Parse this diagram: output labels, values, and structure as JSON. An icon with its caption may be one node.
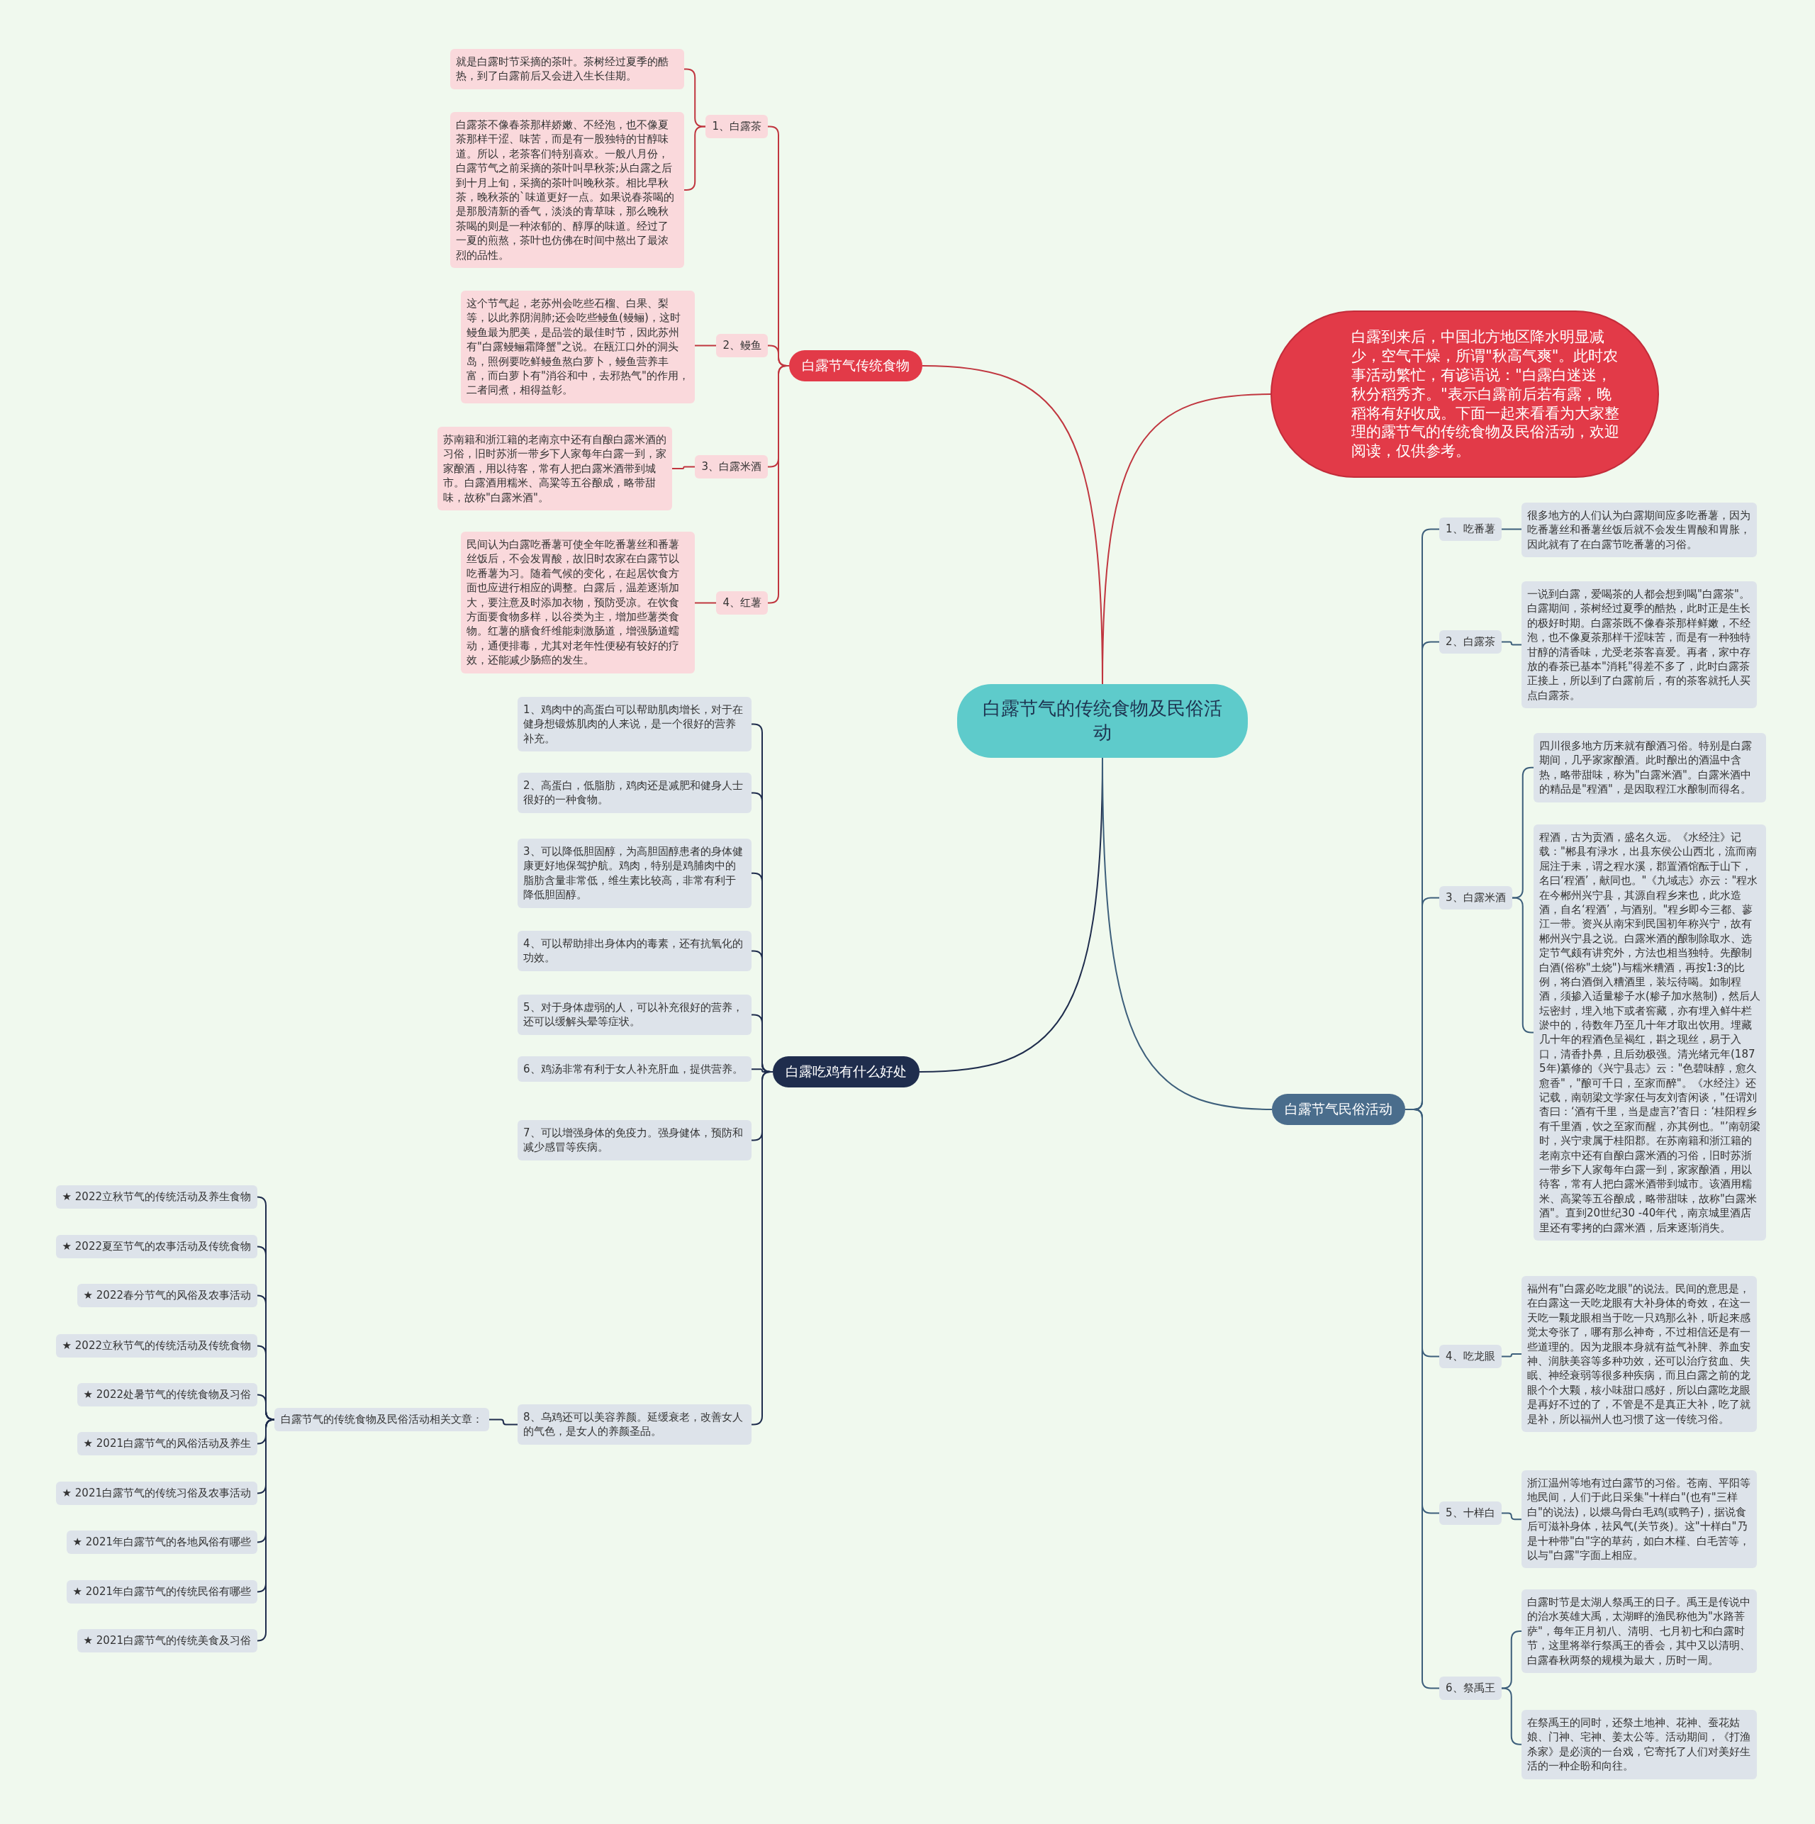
{
  "diagram": {
    "nodes": [
      {
        "text": [
          "白露节气的传统食物及民俗活动"
        ]
      },
      {
        "text": [
          "白露到来后，中国北方地区降水明显减少，空气干燥，所谓\"秋高气爽\"。此时农事活动繁忙，有谚语说：\"白露白迷迷，秋分稻秀齐。\"表示白露前后若有露，晚稻将有好收成。下面一起来看看为大家整理的露节气的传统食物及民俗活动，欢迎阅读，仅供参考。"
        ]
      },
      {
        "text": [
          "白露节气传统食物"
        ]
      },
      {
        "text": [
          "1、白露茶"
        ]
      },
      {
        "text": [
          "就是白露时节采摘的茶叶。茶树经过夏季的酷热，到了白露前后又会进入生长佳期。"
        ]
      },
      {
        "text": [
          "白露茶不像春茶那样娇嫩、不经泡，也不像夏茶那样干涩、味苦，而是有一股独特的甘醇味道。所以，老茶客们特别喜欢。一般八月份，白露节气之前采摘的茶叶叫早秋茶;从白露之后到十月上旬，采摘的茶叶叫晚秋茶。相比早秋茶，晚秋茶的`味道更好一点。如果说春茶喝的是那股清新的香气，淡淡的青草味，那么晚秋茶喝的则是一种浓郁的、醇厚的味道。经过了一夏的煎熬，茶叶也仿佛在时间中熬出了最浓烈的品性。"
        ]
      },
      {
        "text": [
          "2、鳗鱼"
        ]
      },
      {
        "text": [
          "这个节气起，老苏州会吃些石榴、白果、梨等，以此养阴润肺;还会吃些鳗鱼(鳗鲡)，这时鳗鱼最为肥美，是品尝的最佳时节，因此苏州有\"白露鳗鲡霜降蟹\"之说。在瓯江口外的洞头岛，照例要吃鲜鳗鱼熬白萝卜，鳗鱼营养丰富，而白萝卜有\"消谷和中，去邪热气\"的作用，二者同煮，相得益彰。"
        ]
      },
      {
        "text": [
          "3、白露米酒"
        ]
      },
      {
        "text": [
          "苏南籍和浙江籍的老南京中还有自酿白露米酒的习俗，旧时苏浙一带乡下人家每年白露一到，家家酿酒，用以待客，常有人把白露米酒带到城市。白露酒用糯米、高粱等五谷酿成，略带甜味，故称\"白露米酒\"。"
        ]
      },
      {
        "text": [
          "4、红薯"
        ]
      },
      {
        "text": [
          "民间认为白露吃番薯可使全年吃番薯丝和番薯丝饭后，不会发胃酸，故旧时农家在白露节以吃番薯为习。随着气候的变化，在起居饮食方面也应进行相应的调整。白露后，温差逐渐加大，要注意及时添加衣物，预防受凉。在饮食方面要食物多样，以谷类为主，增加些薯类食物。红薯的膳食纤维能刺激肠道，增强肠道蠕动，通便排毒，尤其对老年性便秘有较好的疗效，还能减少肠癌的发生。"
        ]
      },
      {
        "text": [
          "白露吃鸡有什么好处"
        ]
      },
      {
        "text": [
          "1、鸡肉中的高蛋白可以帮助肌肉增长，对于在健身想锻炼肌肉的人来说，是一个很好的营养补充。"
        ]
      },
      {
        "text": [
          "2、高蛋白，低脂肪，鸡肉还是减肥和健身人士很好的一种食物。"
        ]
      },
      {
        "text": [
          "3、可以降低胆固醇，为高胆固醇患者的身体健康更好地保驾护航。鸡肉，特别是鸡脯肉中的脂肪含量非常低，维生素比较高，非常有利于降低胆固醇。"
        ]
      },
      {
        "text": [
          "4、可以帮助排出身体内的毒素，还有抗氧化的功效。"
        ]
      },
      {
        "text": [
          "5、对于身体虚弱的人，可以补充很好的营养，还可以缓解头晕等症状。"
        ]
      },
      {
        "text": [
          "6、鸡汤非常有利于女人补充肝血，提供营养。"
        ]
      },
      {
        "text": [
          "7、可以增强身体的免疫力。强身健体，预防和减少感冒等疾病。"
        ]
      },
      {
        "text": [
          "8、乌鸡还可以美容养颜。延缓衰老，改善女人的气色，是女人的养颜圣品。"
        ]
      },
      {
        "text": [
          "白露节气的传统食物及民俗活动相关文章："
        ]
      },
      {
        "text": [
          "★ 2022立秋节气的传统活动及养生食物"
        ]
      },
      {
        "text": [
          "★ 2022夏至节气的农事活动及传统食物"
        ]
      },
      {
        "text": [
          "★ 2022春分节气的风俗及农事活动"
        ]
      },
      {
        "text": [
          "★ 2022立秋节气的传统活动及传统食物"
        ]
      },
      {
        "text": [
          "★ 2022处暑节气的传统食物及习俗"
        ]
      },
      {
        "text": [
          "★ 2021白露节气的风俗活动及养生"
        ]
      },
      {
        "text": [
          "★ 2021白露节气的传统习俗及农事活动"
        ]
      },
      {
        "text": [
          "★ 2021年白露节气的各地风俗有哪些"
        ]
      },
      {
        "text": [
          "★ 2021年白露节气的传统民俗有哪些"
        ]
      },
      {
        "text": [
          "★ 2021白露节气的传统美食及习俗"
        ]
      },
      {
        "text": [
          "白露节气民俗活动"
        ]
      },
      {
        "text": [
          "1、吃番薯"
        ]
      },
      {
        "text": [
          "很多地方的人们认为白露期间应多吃番薯，因为吃番薯丝和番薯丝饭后就不会发生胃酸和胃胀，因此就有了在白露节吃番薯的习俗。"
        ]
      },
      {
        "text": [
          "2、白露茶"
        ]
      },
      {
        "text": [
          "一说到白露，爱喝茶的人都会想到喝\"白露茶\"。白露期间，茶树经过夏季的酷热，此时正是生长的极好时期。白露茶既不像春茶那样鲜嫩，不经泡，也不像夏茶那样干涩味苦，而是有一种独特甘醇的清香味，尤受老茶客喜爱。再者，家中存放的春茶已基本\"消耗\"得差不多了，此时白露茶正接上，所以到了白露前后，有的茶客就托人买点白露茶。"
        ]
      },
      {
        "text": [
          "3、白露米酒"
        ]
      },
      {
        "text": [
          "四川很多地方历来就有酿酒习俗。特别是白露期间，几乎家家酿酒。此时酿出的酒温中含热，略带甜味，称为\"白露米酒\"。白露米酒中的精品是\"程酒\"，是因取程江水酿制而得名。"
        ]
      },
      {
        "text": [
          "程酒，古为贡酒，盛名久远。《水经注》记载：\"郴县有渌水，出县东侯公山西北，流而南屈注于耒，谓之程水溪，郡置酒馆酝于山下，名曰‘程酒’，献同也。\"《九域志》亦云：\"程水在今郴州兴宁县，其源自程乡来也，此水造酒，自名‘程酒’，与酒别。\"程乡即今三都、蓼江一带。资兴从南宋到民国初年称兴宁，故有郴州兴宁县之说。白露米酒的酿制除取水、选定节气颇有讲究外，方法也相当独特。先酿制白酒(俗称\"土烧\")与糯米糟酒，再按1:3的比例，将白酒倒入糟酒里，装坛待喝。如制程酒，须掺入适量糁子水(糁子加水熬制)，然后人坛密封，埋入地下或者窖藏，亦有埋入鲜牛栏淤中的，待数年乃至几十年才取出饮用。埋藏几十年的程酒色呈褐红，斟之现丝，易于入口，清香扑鼻，且后劲极强。清光绪元年(1875年)纂修的《兴宁县志》云：\"色碧味醇，愈久愈香\"，\"酿可千日，至家而醉\"。《水经注》还记载，南朝梁文学家任与友刘杳闲谈，\"任谓刘杳曰：‘酒有千里，当是虚言?’杳日：‘桂阳程乡有千里酒，饮之至家而醒，亦其例也。\"’南朝梁时，兴宁隶属于桂阳郡。在苏南籍和浙江籍的老南京中还有自酿白露米酒的习俗，旧时苏浙一带乡下人家每年白露一到，家家酿酒，用以待客，常有人把白露米酒带到城市。该酒用糯米、高粱等五谷酿成，略带甜味，故称\"白露米酒\"。直到20世纪30 -40年代，南京城里酒店里还有零拷的白露米酒，后来逐渐消失。"
        ]
      },
      {
        "text": [
          "4、吃龙眼"
        ]
      },
      {
        "text": [
          "福州有\"白露必吃龙眼\"的说法。民间的意思是，在白露这一天吃龙眼有大补身体的奇效，在这一天吃一颗龙眼相当于吃一只鸡那么补，听起来感觉太夸张了，哪有那么神奇，不过相信还是有一些道理的。因为龙眼本身就有益气补脾、养血安神、润肤美容等多种功效，还可以治疗贫血、失眠、神经衰弱等很多种疾病，而且白露之前的龙眼个个大颗，核小味甜口感好，所以白露吃龙眼是再好不过的了，不管是不是真正大补，吃了就是补，所以福州人也习惯了这一传统习俗。"
        ]
      },
      {
        "text": [
          "5、十样白"
        ]
      },
      {
        "text": [
          "浙江温州等地有过白露节的习俗。苍南、平阳等地民间，人们于此日采集\"十样白\"(也有\"三样白\"的说法)，以煨乌骨白毛鸡(或鸭子)，据说食后可滋补身体，祛风气(关节炎)。这\"十样白\"乃是十种带\"白\"字的草药，如白木槿、白毛苦等，以与\"白露\"字面上相应。"
        ]
      },
      {
        "text": [
          "6、祭禹王"
        ]
      },
      {
        "text": [
          "白露时节是太湖人祭禹王的日子。禹王是传说中的治水英雄大禹，太湖畔的渔民称他为\"水路菩萨\"，每年正月初八、清明、七月初七和白露时节，这里将举行祭禹王的香会，其中又以清明、白露春秋两祭的规模为最大，历时一周。"
        ]
      },
      {
        "text": [
          "在祭禹王的同时，还祭土地神、花神、蚕花姑娘、门神、宅神、姜太公等。活动期间，《打渔杀家》是必演的一台戏，它寄托了人们对美好生活的一种企盼和向往。"
        ]
      }
    ],
    "edges": [
      {
        "from": 0,
        "to": 2,
        "arrow": "none",
        "color": "#c0363f"
      },
      {
        "from": 0,
        "to": 1,
        "arrow": "none",
        "color": "#c0363f"
      },
      {
        "from": 0,
        "to": 12,
        "arrow": "none"
      },
      {
        "from": 0,
        "to": 32,
        "arrow": "none",
        "color": "#3d5f7b"
      },
      {
        "from": 2,
        "to": 3,
        "arrow": "none",
        "color": "#c0363f"
      },
      {
        "from": 2,
        "to": 6,
        "arrow": "none",
        "color": "#c0363f"
      },
      {
        "from": 2,
        "to": 8,
        "arrow": "none",
        "color": "#c0363f"
      },
      {
        "from": 2,
        "to": 10,
        "arrow": "none",
        "color": "#c0363f"
      },
      {
        "from": 3,
        "to": 4,
        "arrow": "none",
        "color": "#c0363f"
      },
      {
        "from": 3,
        "to": 5,
        "arrow": "none",
        "color": "#c0363f"
      },
      {
        "from": 6,
        "to": 7,
        "arrow": "none",
        "color": "#c0363f"
      },
      {
        "from": 8,
        "to": 9,
        "arrow": "none",
        "color": "#c0363f"
      },
      {
        "from": 10,
        "to": 11,
        "arrow": "none",
        "color": "#c0363f"
      },
      {
        "from": 12,
        "to": 13,
        "arrow": "none"
      },
      {
        "from": 12,
        "to": 14,
        "arrow": "none"
      },
      {
        "from": 12,
        "to": 15,
        "arrow": "none"
      },
      {
        "from": 12,
        "to": 16,
        "arrow": "none"
      },
      {
        "from": 12,
        "to": 17,
        "arrow": "none"
      },
      {
        "from": 12,
        "to": 18,
        "arrow": "none"
      },
      {
        "from": 12,
        "to": 19,
        "arrow": "none"
      },
      {
        "from": 12,
        "to": 20,
        "arrow": "none"
      },
      {
        "from": 20,
        "to": 21,
        "arrow": "none"
      },
      {
        "from": 21,
        "to": 22,
        "arrow": "none"
      },
      {
        "from": 21,
        "to": 23,
        "arrow": "none"
      },
      {
        "from": 21,
        "to": 24,
        "arrow": "none"
      },
      {
        "from": 21,
        "to": 25,
        "arrow": "none"
      },
      {
        "from": 21,
        "to": 26,
        "arrow": "none"
      },
      {
        "from": 21,
        "to": 27,
        "arrow": "none"
      },
      {
        "from": 21,
        "to": 28,
        "arrow": "none"
      },
      {
        "from": 21,
        "to": 29,
        "arrow": "none"
      },
      {
        "from": 21,
        "to": 30,
        "arrow": "none"
      },
      {
        "from": 21,
        "to": 31,
        "arrow": "none"
      },
      {
        "from": 32,
        "to": 33,
        "arrow": "none",
        "color": "#3d5f7b"
      },
      {
        "from": 32,
        "to": 35,
        "arrow": "none",
        "color": "#3d5f7b"
      },
      {
        "from": 32,
        "to": 37,
        "arrow": "none",
        "color": "#3d5f7b"
      },
      {
        "from": 32,
        "to": 40,
        "arrow": "none",
        "color": "#3d5f7b"
      },
      {
        "from": 32,
        "to": 42,
        "arrow": "none",
        "color": "#3d5f7b"
      },
      {
        "from": 32,
        "to": 44,
        "arrow": "none",
        "color": "#3d5f7b"
      },
      {
        "from": 33,
        "to": 34,
        "arrow": "none",
        "color": "#3d5f7b"
      },
      {
        "from": 35,
        "to": 36,
        "arrow": "none",
        "color": "#3d5f7b"
      },
      {
        "from": 37,
        "to": 38,
        "arrow": "none",
        "color": "#3d5f7b"
      },
      {
        "from": 37,
        "to": 39,
        "arrow": "none",
        "color": "#3d5f7b"
      },
      {
        "from": 40,
        "to": 41,
        "arrow": "none",
        "color": "#3d5f7b"
      },
      {
        "from": 42,
        "to": 43,
        "arrow": "none",
        "color": "#3d5f7b"
      },
      {
        "from": 44,
        "to": 45,
        "arrow": "none",
        "color": "#3d5f7b"
      },
      {
        "from": 44,
        "to": 46,
        "arrow": "none",
        "color": "#3d5f7b"
      }
    ]
  }
}
